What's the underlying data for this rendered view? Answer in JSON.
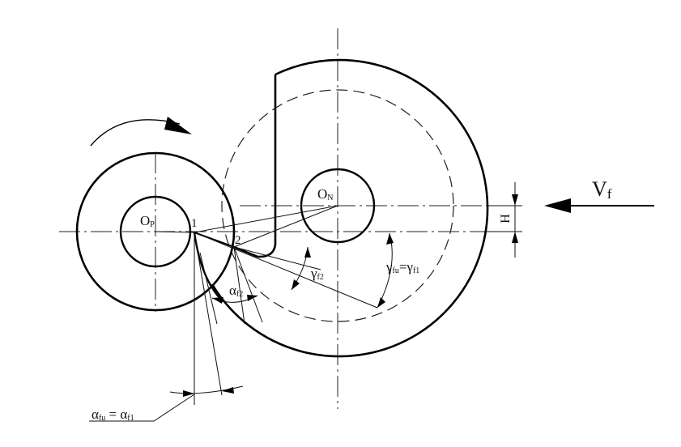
{
  "labels": {
    "op_main": "O",
    "op_sub": "P",
    "on_main": "O",
    "on_sub": "N",
    "point1": "1",
    "point2": "2",
    "vf_main": "V",
    "vf_sub": "f",
    "h": "H",
    "gamma_f2_main": "γ",
    "gamma_f2_sub": "f2",
    "alpha_f2_main": "α",
    "alpha_f2_sub": "f2",
    "gamma_fu_main": "γ",
    "gamma_fu_sub": "fu",
    "gamma_eq": "=γ",
    "gamma_f1_sub": "f1",
    "alpha_fu_main": "α",
    "alpha_fu_sub": "fu",
    "alpha_eq": " = α",
    "alpha_f1_sub": "f1"
  }
}
